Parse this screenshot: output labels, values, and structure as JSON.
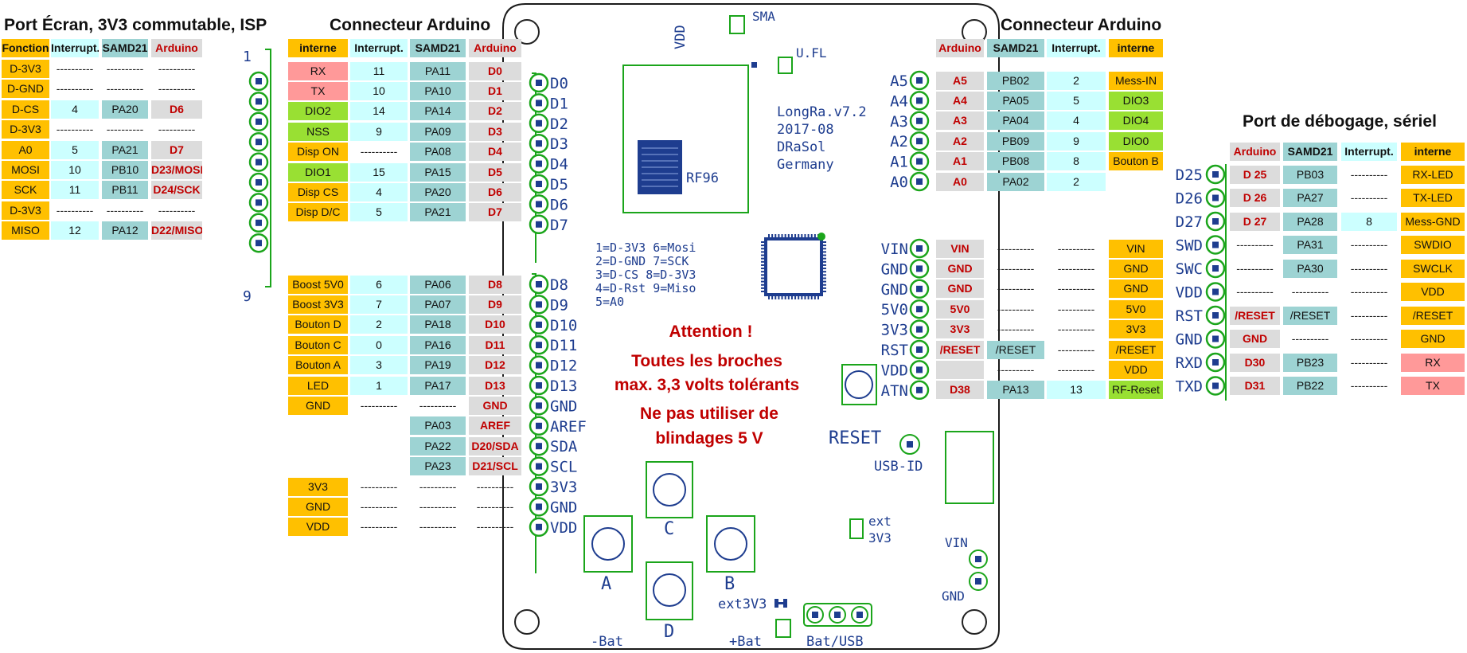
{
  "colors": {
    "orange": "#ffc000",
    "cyan": "#ccffff",
    "teal": "#9dd3d3",
    "gray": "#dcdcdc",
    "green": "#99e033",
    "pink": "#ff9999",
    "pcb": "#1e3d8f",
    "pad": "#1ba51b",
    "red": "#c00000"
  },
  "titles": {
    "left": "Port Écran, 3V3 commutable, ISP",
    "mid": "Connecteur Arduino",
    "right": "Connecteur Arduino",
    "debug": "Port de débogage, sériel"
  },
  "isp": {
    "headers": [
      "Fonction",
      "Interrupt.",
      "SAMD21",
      "Arduino"
    ],
    "rows": [
      [
        "D-3V3",
        "----------",
        "----------",
        "----------"
      ],
      [
        "D-GND",
        "----------",
        "----------",
        "----------"
      ],
      [
        "D-CS",
        "4",
        "PA20",
        "D6"
      ],
      [
        "D-3V3",
        "----------",
        "----------",
        "----------"
      ],
      [
        "A0",
        "5",
        "PA21",
        "D7"
      ],
      [
        "MOSI",
        "10",
        "PB10",
        "D23/MOSI"
      ],
      [
        "SCK",
        "11",
        "PB11",
        "D24/SCK"
      ],
      [
        "D-3V3",
        "----------",
        "----------",
        "----------"
      ],
      [
        "MISO",
        "12",
        "PA12",
        "D22/MISO"
      ]
    ],
    "pin_first": "1",
    "pin_last": "9"
  },
  "mid": {
    "headers": [
      "interne",
      "Interrupt.",
      "SAMD21",
      "Arduino"
    ],
    "rows": [
      [
        "RX",
        "11",
        "PA11",
        "D0"
      ],
      [
        "TX",
        "10",
        "PA10",
        "D1"
      ],
      [
        "DIO2",
        "14",
        "PA14",
        "D2"
      ],
      [
        "NSS",
        "9",
        "PA09",
        "D3"
      ],
      [
        "Disp ON",
        "----------",
        "PA08",
        "D4"
      ],
      [
        "DIO1",
        "15",
        "PA15",
        "D5"
      ],
      [
        "Disp CS",
        "4",
        "PA20",
        "D6"
      ],
      [
        "Disp D/C",
        "5",
        "PA21",
        "D7"
      ],
      [
        "Boost 5V0",
        "6",
        "PA06",
        "D8"
      ],
      [
        "Boost 3V3",
        "7",
        "PA07",
        "D9"
      ],
      [
        "Bouton D",
        "2",
        "PA18",
        "D10"
      ],
      [
        "Bouton C",
        "0",
        "PA16",
        "D11"
      ],
      [
        "Bouton A",
        "3",
        "PA19",
        "D12"
      ],
      [
        "LED",
        "1",
        "PA17",
        "D13"
      ],
      [
        "GND",
        "----------",
        "----------",
        "GND"
      ],
      [
        "",
        "",
        "PA03",
        "AREF"
      ],
      [
        "",
        "",
        "PA22",
        "D20/SDA"
      ],
      [
        "",
        "",
        "PA23",
        "D21/SCL"
      ],
      [
        "3V3",
        "----------",
        "----------",
        "----------"
      ],
      [
        "GND",
        "----------",
        "----------",
        "----------"
      ],
      [
        "VDD",
        "----------",
        "----------",
        "----------"
      ]
    ],
    "pins": [
      "D0",
      "D1",
      "D2",
      "D3",
      "D4",
      "D5",
      "D6",
      "D7",
      "D8",
      "D9",
      "D10",
      "D11",
      "D12",
      "D13",
      "GND",
      "AREF",
      "SDA",
      "SCL",
      "3V3",
      "GND",
      "VDD"
    ]
  },
  "right": {
    "headers": [
      "Arduino",
      "SAMD21",
      "Interrupt.",
      "interne"
    ],
    "rows": [
      [
        "A5",
        "PB02",
        "2",
        "Mess-IN"
      ],
      [
        "A4",
        "PA05",
        "5",
        "DIO3"
      ],
      [
        "A3",
        "PA04",
        "4",
        "DIO4"
      ],
      [
        "A2",
        "PB09",
        "9",
        "DIO0"
      ],
      [
        "A1",
        "PB08",
        "8",
        "Bouton B"
      ],
      [
        "A0",
        "PA02",
        "2",
        ""
      ],
      [
        "VIN",
        "----------",
        "----------",
        "VIN"
      ],
      [
        "GND",
        "----------",
        "----------",
        "GND"
      ],
      [
        "GND",
        "----------",
        "----------",
        "GND"
      ],
      [
        "5V0",
        "----------",
        "----------",
        "5V0"
      ],
      [
        "3V3",
        "----------",
        "----------",
        "3V3"
      ],
      [
        "/RESET",
        "/RESET",
        "----------",
        "/RESET"
      ],
      [
        "",
        "----------",
        "----------",
        "VDD"
      ],
      [
        "D38",
        "PA13",
        "13",
        "RF-Reset"
      ]
    ],
    "pins": [
      "A5",
      "A4",
      "A3",
      "A2",
      "A1",
      "A0",
      "VIN",
      "GND",
      "GND",
      "5V0",
      "3V3",
      "RST",
      "VDD",
      "ATN"
    ]
  },
  "debug": {
    "headers": [
      "Arduino",
      "SAMD21",
      "Interrupt.",
      "interne"
    ],
    "rows": [
      [
        "D 25",
        "PB03",
        "----------",
        "RX-LED"
      ],
      [
        "D 26",
        "PA27",
        "----------",
        "TX-LED"
      ],
      [
        "D 27",
        "PA28",
        "8",
        "Mess-GND"
      ],
      [
        "----------",
        "PA31",
        "----------",
        "SWDIO"
      ],
      [
        "----------",
        "PA30",
        "----------",
        "SWCLK"
      ],
      [
        "----------",
        "----------",
        "----------",
        "VDD"
      ],
      [
        "/RESET",
        "/RESET",
        "----------",
        "/RESET"
      ],
      [
        "GND",
        "----------",
        "----------",
        "GND"
      ],
      [
        "D30",
        "PB23",
        "----------",
        "RX"
      ],
      [
        "D31",
        "PB22",
        "----------",
        "TX"
      ]
    ],
    "pins": [
      "D25",
      "D26",
      "D27",
      "SWD",
      "SWC",
      "VDD",
      "RST",
      "GND",
      "RXD",
      "TXD"
    ]
  },
  "board": {
    "vdd": "VDD",
    "sma": "SMA",
    "ufl": "U.FL",
    "rf96": "RF96",
    "version": [
      "LongRa.v7.2",
      "2017-08",
      "DRaSol",
      "Germany"
    ],
    "legend": [
      "1=D-3V3 6=Mosi",
      "2=D-GND 7=SCK",
      "3=D-CS  8=D-3V3",
      "4=D-Rst 9=Miso",
      "5=A0"
    ],
    "warning": [
      "Attention !",
      "Toutes les broches",
      "max. 3,3 volts tolérants",
      "Ne pas utiliser de",
      "blindages 5 V"
    ],
    "reset": "RESET",
    "usb_id": "USB-ID",
    "ext3v3": [
      "ext",
      "3V3"
    ],
    "vin": "VIN",
    "gnd": "GND",
    "buttons": [
      "A",
      "B",
      "C",
      "D"
    ],
    "bat_minus": "-Bat",
    "bat_plus": "+Bat",
    "ext3v3_jumper": "ext3V3",
    "bat_usb": "Bat/USB"
  }
}
